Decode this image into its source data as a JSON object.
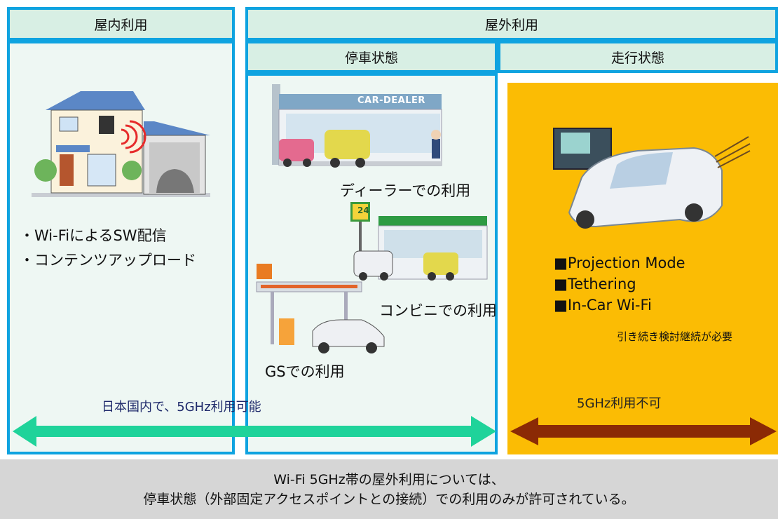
{
  "headers": {
    "indoor": "屋内利用",
    "outdoor": "屋外利用",
    "stopped": "停車状態",
    "running": "走行状態"
  },
  "indoor": {
    "bullets": [
      "・Wi-FiによるSW配信",
      "・コンテンツアップロード"
    ]
  },
  "stopped": {
    "dealer_sign": "CAR-DEALER",
    "dealer_label": "ディーラーでの利用",
    "conv_sign": "24",
    "conv_label": "コンビニでの利用",
    "gs_label": "GSでの利用"
  },
  "running": {
    "features": [
      "■Projection Mode",
      "■Tethering",
      "■In-Car Wi-Fi"
    ],
    "note": "引き続き検討継続が必要"
  },
  "arrows": {
    "allowed": "日本国内で、5GHz利用可能",
    "not_allowed": "5GHz利用不可"
  },
  "footer": {
    "line1": "Wi-Fi 5GHz帯の屋外利用については、",
    "line2": "停車状態（外部固定アクセスポイントとの接続）での利用のみが許可されている。"
  },
  "colors": {
    "border": "#0fa3e0",
    "header_bg": "#d8efe4",
    "panel_bg": "#eef7f3",
    "running_bg": "#fbbc04",
    "green_arrow": "#1fd39a",
    "red_arrow": "#8b2a05",
    "footer_bg": "#d6d6d6"
  }
}
